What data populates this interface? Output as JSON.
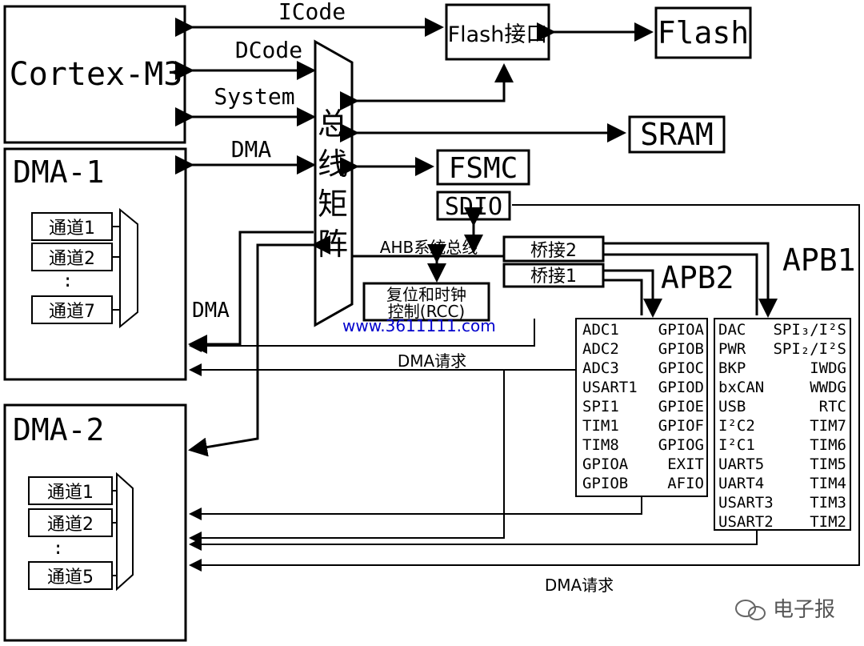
{
  "nodes": {
    "cortex": "Cortex-M3",
    "flash_if": "Flash接口",
    "flash": "Flash",
    "sram": "SRAM",
    "fsmc": "FSMC",
    "sdio": "SDIO",
    "bus_matrix": [
      "总",
      "线",
      "矩",
      "阵"
    ],
    "dma1": "DMA-1",
    "dma2": "DMA-2",
    "bridge2": "桥接2",
    "bridge1": "桥接1",
    "rcc_line1": "复位和时钟",
    "rcc_line2": "控制(RCC)",
    "apb1": "APB1",
    "apb2": "APB2"
  },
  "buses": {
    "icode": "ICode",
    "dcode": "DCode",
    "system": "System",
    "dma": "DMA",
    "ahb": "AHB系统总线",
    "dma_side": "DMA"
  },
  "dma1_channels": [
    "通道1",
    "通道2",
    "通道7"
  ],
  "dma2_channels": [
    "通道1",
    "通道2",
    "通道5"
  ],
  "ellipsis": ":",
  "apb2_left": [
    "ADC1",
    "ADC2",
    "ADC3",
    "USART1",
    "SPI1",
    "TIM1",
    "TIM8",
    "GPIOA",
    "GPIOB"
  ],
  "apb2_right": [
    "GPIOA",
    "GPIOB",
    "GPIOC",
    "GPIOD",
    "GPIOE",
    "GPIOF",
    "GPIOG",
    "EXIT",
    "AFIO"
  ],
  "apb1_left": [
    "DAC",
    "PWR",
    "BKP",
    "bxCAN",
    "USB",
    "I²C2",
    "I²C1",
    "UART5",
    "UART4",
    "USART3",
    "USART2"
  ],
  "apb1_right": [
    "SPI₃/I²S",
    "SPI₂/I²S",
    "IWDG",
    "WWDG",
    "RTC",
    "TIM7",
    "TIM6",
    "TIM5",
    "TIM4",
    "TIM3",
    "TIM2"
  ],
  "dma_request_1": "DMA请求",
  "dma_request_2": "DMA请求",
  "watermark": "www.3611111.com",
  "logo_text": "电子报"
}
